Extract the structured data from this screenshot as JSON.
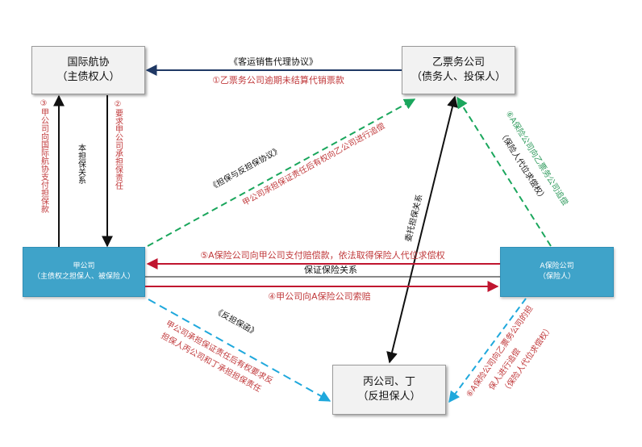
{
  "nodes": {
    "iata": {
      "line1": "国际航协",
      "line2": "（主债权人）"
    },
    "ticket_co": {
      "line1": "乙票务公司",
      "line2": "（债务人、投保人）"
    },
    "company_a": {
      "line1": "甲公司",
      "line2": "（主债权之担保人、被保险人）"
    },
    "insurer": {
      "line1": "A保险公司",
      "line2": "（保险人）"
    },
    "guarantors": {
      "line1": "丙公司、丁",
      "line2": "（反担保人）"
    }
  },
  "labels": {
    "agency_agreement": "《客运销售代理协议》",
    "step1": "①乙票务公司逾期未结算代销票款",
    "step2": "②要求甲公司承担保责任",
    "step3": "③甲公司向国际航协支付担保款",
    "main_guarantee": "本担保关系",
    "guarantee_agreement": "《担保与反担保协议》",
    "guarantee_note": "甲公司承担保证责任后有权向乙公司进行追偿",
    "entrusted_guarantee": "委托担保关系",
    "step6_line1": "⑥A保险公司向乙票务公司追偿",
    "step6_line2": "（保险人代位求偿权）",
    "step5": "⑤A保险公司向甲公司支付赔偿款，依法取得保险人代位求偿权",
    "insurance_relation": "保证保险关系",
    "step4": "④甲公司向A保险公司索赔",
    "counter_letter": "《反担保函》",
    "counter_note_line1": "甲公司承担保证责任后有权要求反",
    "counter_note_line2": "担保人丙公司和丁承担担保责任",
    "step6b_line1": "⑥A保险公司向乙票务公司的担",
    "step6b_line2": "保人进行追偿",
    "step6b_line3": "（保险人代位求偿权）"
  },
  "colors": {
    "navy": "#1f3864",
    "red": "#c0152f",
    "label_red": "#c0393b",
    "green": "#1aa65c",
    "label_green": "#2e9a5c",
    "cyan": "#1fa8dc",
    "black": "#111111",
    "box_blue": "#3fa3c9"
  }
}
